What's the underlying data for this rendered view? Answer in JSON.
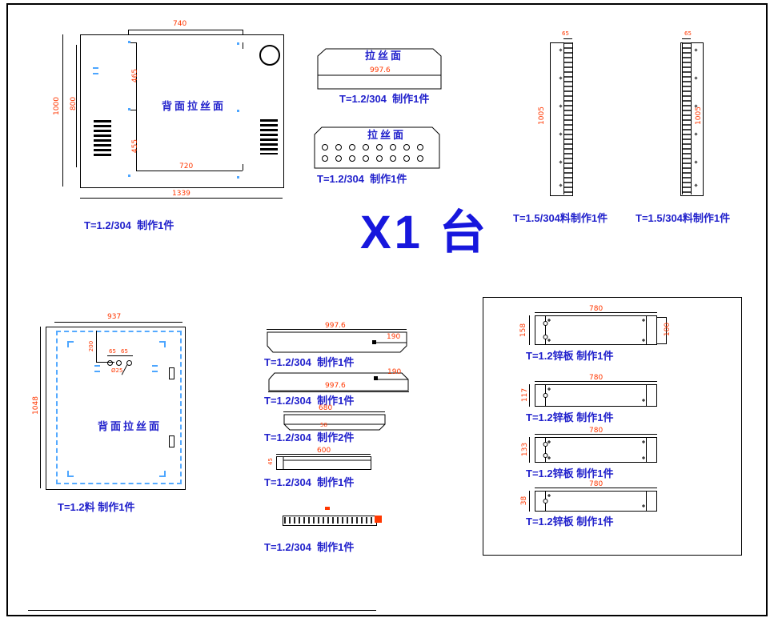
{
  "colors": {
    "dim": "#ff3700",
    "blue": "#2222cc",
    "dash": "#55aaff",
    "big": "#1717dd",
    "cyan": "#4da6ff"
  },
  "center_mark": "X1 台",
  "back_panel": {
    "face": "背面拉丝面",
    "label": "T=1.2/304  制作1件",
    "d_top": "740",
    "d_bottom": "1339",
    "d_inner_bottom": "720",
    "d_left": "1000",
    "d_left_inner": "800",
    "d_mid_upper": "465",
    "d_mid_lower": "455"
  },
  "top_cover": {
    "face": "拉丝面",
    "d_width": "997.6",
    "label": "T=1.2/304  制作1件"
  },
  "perf_cover": {
    "face": "拉丝面",
    "label": "T=1.2/304  制作1件"
  },
  "side_strips": {
    "left": {
      "d_top": "65",
      "d_height": "1005",
      "label": "T=1.5/304料制作1件"
    },
    "right": {
      "d_top": "65",
      "d_height": "1005",
      "label": "T=1.5/304料制作1件"
    }
  },
  "door_panel": {
    "face": "背面拉丝面",
    "label": "T=1.2料 制作1件",
    "d_top": "937",
    "d_left": "1048",
    "d_detail_v": "200",
    "d_pitch1": "65",
    "d_pitch2": "65",
    "hole_dia": "Ø25"
  },
  "strips": [
    {
      "d_main": "997.6",
      "d_notch": "190",
      "label": "T=1.2/304  制作1件"
    },
    {
      "d_main": "997.6",
      "d_notch": "190",
      "label": "T=1.2/304  制作1件"
    },
    {
      "d_main": "680",
      "d_inner": "58",
      "label": "T=1.2/304  制作2件"
    },
    {
      "d_main": "600",
      "d_left": "45",
      "label": "T=1.2/304  制作1件"
    },
    {
      "label": "T=1.2/304  制作1件"
    }
  ],
  "zinc_plates": [
    {
      "d_top": "780",
      "d_left": "158",
      "d_right": "100",
      "label": "T=1.2锌板 制作1件"
    },
    {
      "d_top": "780",
      "d_left": "117",
      "label": "T=1.2锌板 制作1件"
    },
    {
      "d_top": "780",
      "d_left": "133",
      "label": "T=1.2锌板 制作1件"
    },
    {
      "d_top": "780",
      "d_left": "38",
      "label": "T=1.2锌板 制作1件"
    }
  ]
}
